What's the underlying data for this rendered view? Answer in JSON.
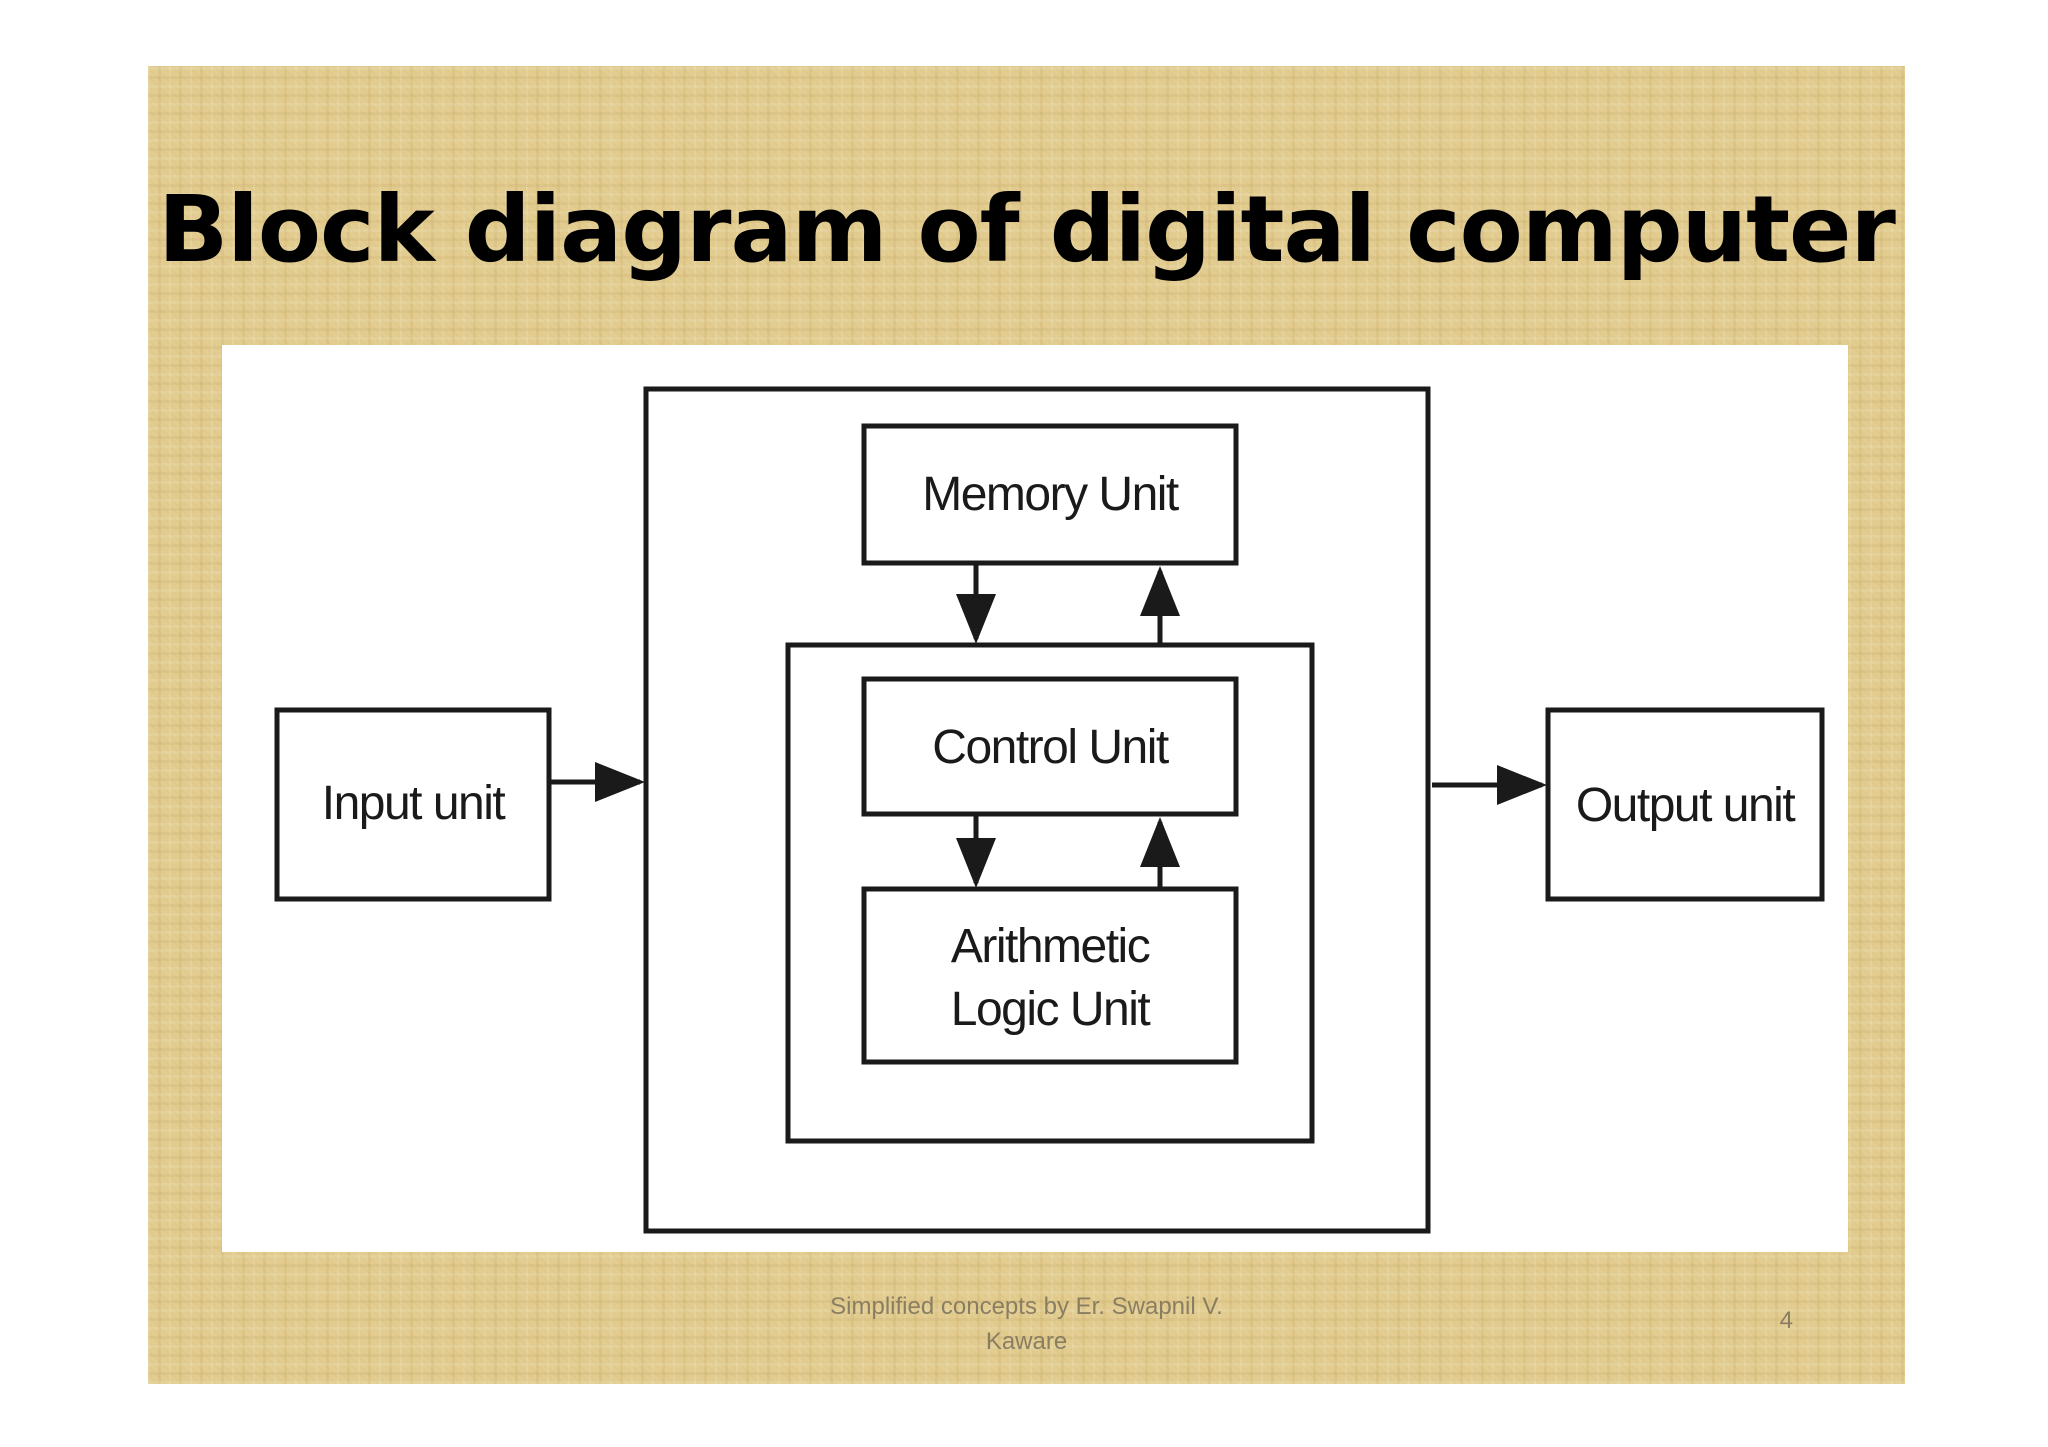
{
  "slide": {
    "title": "Block diagram of digital computer",
    "footer_credit": "Simplified concepts by Er. Swapnil V. Kaware",
    "page_number": "4"
  },
  "diagram": {
    "input_unit": "Input unit",
    "output_unit": "Output unit",
    "memory_unit": "Memory Unit",
    "control_unit": "Control Unit",
    "alu_line1": "Arithmetic",
    "alu_line2": "Logic Unit"
  },
  "colors": {
    "background_texture": "#e2cc8f",
    "box_stroke": "#1a1a1a",
    "footer_text": "#8a7e62"
  }
}
